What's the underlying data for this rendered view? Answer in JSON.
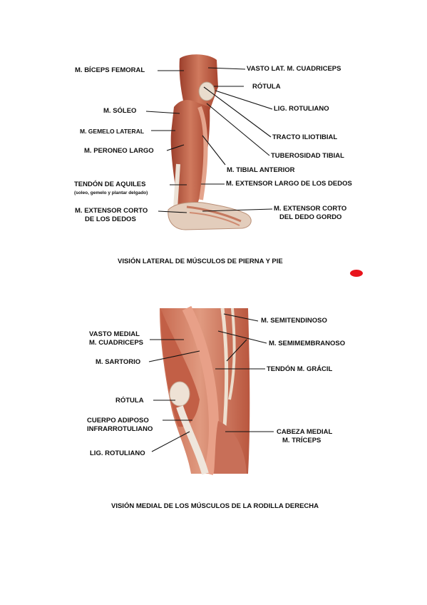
{
  "figure1": {
    "caption": "VISIÓN LATERAL DE MÚSCULOS DE PIERNA Y PIE",
    "labels": {
      "biceps_femoral": "M. BÍCEPS FEMORAL",
      "soleo": "M. SÓLEO",
      "gemelo_lateral": "M. GEMELO LATERAL",
      "peroneo_largo": "M. PERONEO LARGO",
      "tendon_aquiles": "TENDÓN DE AQUILES",
      "tendon_aquiles_note": "(soleo, gemelo y plantar delgado)",
      "extensor_corto_dedos_1": "M. EXTENSOR CORTO",
      "extensor_corto_dedos_2": "DE LOS DEDOS",
      "vasto_lateral": "VASTO LAT. M. CUADRICEPS",
      "rotula": "RÓTULA",
      "lig_rotuliano": "LIG. ROTULIANO",
      "tracto_iliotibial": "TRACTO ILIOTIBIAL",
      "tuberosidad_tibial": "TUBEROSIDAD TIBIAL",
      "tibial_anterior": "M. TIBIAL ANTERIOR",
      "extensor_largo_dedos": "M. EXTENSOR LARGO DE LOS DEDOS",
      "extensor_corto_gordo_1": "M. EXTENSOR CORTO",
      "extensor_corto_gordo_2": "DEL DEDO GORDO"
    }
  },
  "figure2": {
    "caption": "VISIÓN MEDIAL DE LOS MÚSCULOS DE LA RODILLA DERECHA",
    "labels": {
      "vasto_medial_1": "VASTO MEDIAL",
      "vasto_medial_2": "M. CUADRICEPS",
      "sartorio": "M. SARTORIO",
      "rotula": "RÓTULA",
      "cuerpo_adiposo_1": "CUERPO ADIPOSO",
      "cuerpo_adiposo_2": "INFRARROTULIANO",
      "lig_rotuliano": "LIG. ROTULIANO",
      "semitendinoso": "M. SEMITENDINOSO",
      "semimembranoso": "M. SEMIMEMBRANOSO",
      "tendon_gracil": "TENDÓN M. GRÁCIL",
      "cabeza_medial_1": "CABEZA MEDIAL",
      "cabeza_medial_2": "M. TRÍCEPS"
    }
  },
  "colors": {
    "muscle": "#b8533e",
    "muscle_light": "#d98a6e",
    "tendon": "#e6d8c8",
    "marker": "#e8141c"
  }
}
